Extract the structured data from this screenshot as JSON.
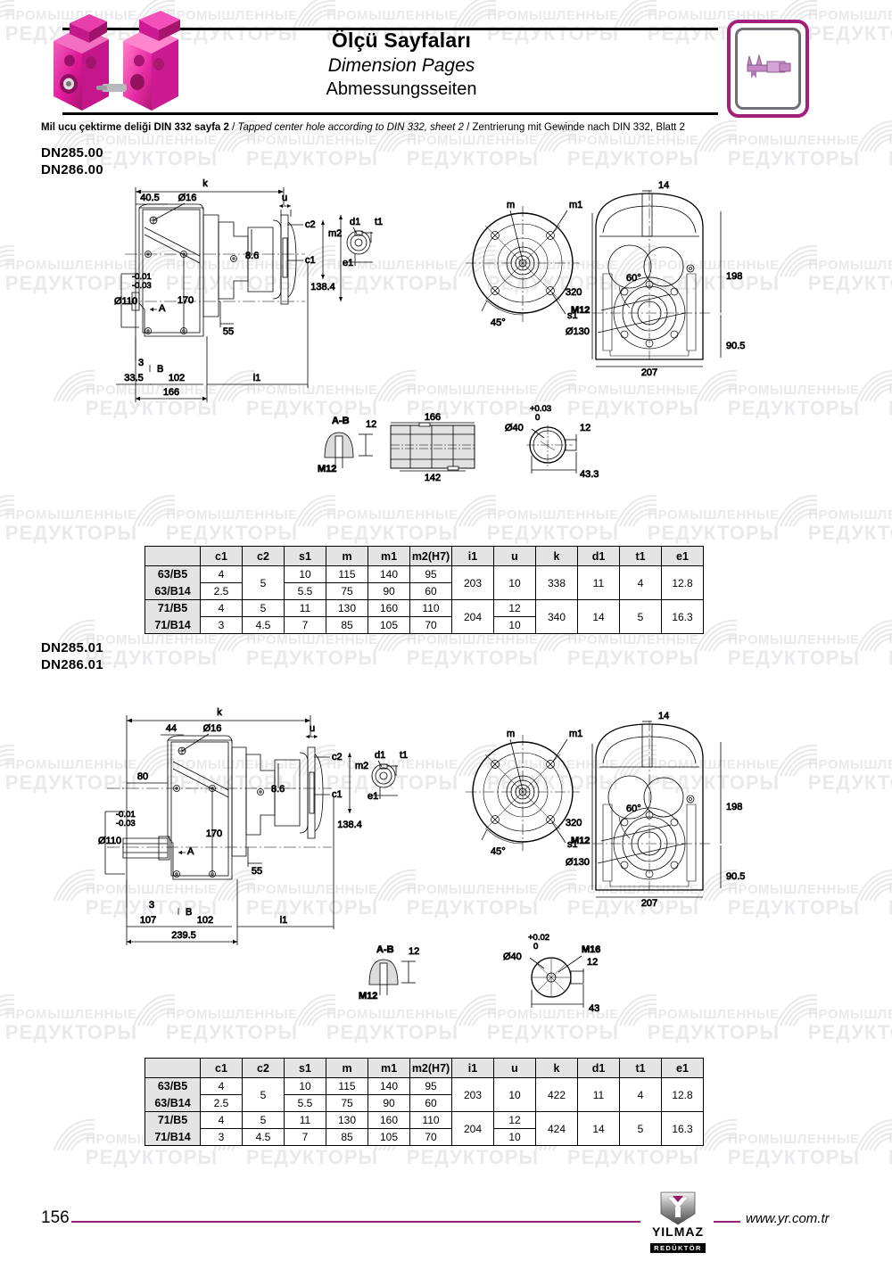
{
  "header": {
    "title_tr": "Ölçü Sayfaları",
    "title_en": "Dimension Pages",
    "title_de": "Abmessungsseiten",
    "icon_name": "caliper-icon",
    "accent_color": "#a3207a",
    "product_color": "#e0199a"
  },
  "din_note": {
    "tr": "Mil ucu çektirme deliği DIN 332 sayfa 2",
    "sep1": " /  ",
    "en": "Tapped center hole according to DIN 332, sheet 2",
    "sep2": "  /  ",
    "de": "Zentrierung mit Gewinde nach DIN 332, Blatt 2"
  },
  "sections": [
    {
      "models": [
        "DN285.00",
        "DN286.00"
      ],
      "drawing": {
        "side_view": {
          "labels": [
            "k",
            "40.5",
            "Ø16",
            "u",
            "c2",
            "m2",
            "c1",
            "8.6",
            "138.4",
            "170",
            "55",
            "-0.01",
            "-0.03",
            "Ø110",
            "A",
            "B",
            "3",
            "33.5",
            "102",
            "166",
            "i1"
          ]
        },
        "shaft_end_view": {
          "labels": [
            "d1",
            "t1",
            "e1"
          ]
        },
        "flange_view": {
          "labels": [
            "m",
            "m1",
            "s1",
            "45°"
          ]
        },
        "end_view": {
          "labels": [
            "14",
            "198",
            "320",
            "60°",
            "M12",
            "Ø130",
            "90.5",
            "207"
          ]
        },
        "section_views": {
          "key_section": {
            "labels": [
              "A-B",
              "12",
              "M12"
            ]
          },
          "shaft_body": {
            "labels": [
              "166",
              "142"
            ]
          },
          "shaft_face": {
            "tol_top": "+0.03",
            "tol_bot": "0",
            "labels": [
              "Ø40",
              "12",
              "43.3"
            ]
          }
        }
      },
      "table": {
        "corner": "",
        "columns": [
          "c1",
          "c2",
          "s1",
          "m",
          "m1",
          "m2(H7)",
          "i1",
          "u",
          "k",
          "d1",
          "t1",
          "e1"
        ],
        "groups": [
          {
            "rows": [
              "63/B5",
              "63/B14"
            ],
            "top": [
              "4",
              "",
              "10",
              "115",
              "140",
              "95",
              "",
              "",
              "",
              "",
              "",
              ""
            ],
            "bottom": [
              "2.5",
              "",
              "5.5",
              "75",
              "90",
              "60",
              "",
              "",
              "",
              "",
              "",
              ""
            ],
            "merged": {
              "c2": "5",
              "i1": "203",
              "u": "10",
              "k": "338",
              "d1": "11",
              "t1": "4",
              "e1": "12.8"
            }
          },
          {
            "rows": [
              "71/B5",
              "71/B14"
            ],
            "top": [
              "4",
              "5",
              "11",
              "130",
              "160",
              "110",
              "",
              "12",
              "",
              "",
              "",
              ""
            ],
            "bottom": [
              "3",
              "4.5",
              "7",
              "85",
              "105",
              "70",
              "",
              "10",
              "",
              "",
              "",
              ""
            ],
            "merged": {
              "i1": "204",
              "k": "340",
              "d1": "14",
              "t1": "5",
              "e1": "16.3"
            }
          }
        ]
      }
    },
    {
      "models": [
        "DN285.01",
        "DN286.01"
      ],
      "drawing": {
        "side_view": {
          "labels": [
            "k",
            "44",
            "Ø16",
            "u",
            "c2",
            "m2",
            "c1",
            "8.6",
            "138.4",
            "170",
            "55",
            "80",
            "-0.01",
            "-0.03",
            "Ø110",
            "A",
            "B",
            "3",
            "107",
            "102",
            "239.5",
            "i1"
          ]
        },
        "shaft_end_view": {
          "labels": [
            "d1",
            "t1",
            "e1",
            "m2",
            "138.4"
          ]
        },
        "flange_view": {
          "labels": [
            "m",
            "m1",
            "s1",
            "45°"
          ]
        },
        "end_view": {
          "labels": [
            "14",
            "198",
            "320",
            "60°",
            "M12",
            "Ø130",
            "90.5",
            "207"
          ]
        },
        "section_views": {
          "key_section": {
            "labels": [
              "A-B",
              "12",
              "M12"
            ]
          },
          "shaft_face": {
            "tol_top": "+0.02",
            "tol_bot": "0",
            "labels": [
              "Ø40",
              "M16",
              "12",
              "43"
            ]
          }
        }
      },
      "table": {
        "corner": "",
        "columns": [
          "c1",
          "c2",
          "s1",
          "m",
          "m1",
          "m2(H7)",
          "i1",
          "u",
          "k",
          "d1",
          "t1",
          "e1"
        ],
        "groups": [
          {
            "rows": [
              "63/B5",
              "63/B14"
            ],
            "top": [
              "4",
              "",
              "10",
              "115",
              "140",
              "95",
              "",
              "",
              "",
              "",
              "",
              ""
            ],
            "bottom": [
              "2.5",
              "",
              "5.5",
              "75",
              "90",
              "60",
              "",
              "",
              "",
              "",
              "",
              ""
            ],
            "merged": {
              "c2": "5",
              "i1": "203",
              "u": "10",
              "k": "422",
              "d1": "11",
              "t1": "4",
              "e1": "12.8"
            }
          },
          {
            "rows": [
              "71/B5",
              "71/B14"
            ],
            "top": [
              "4",
              "5",
              "11",
              "130",
              "160",
              "110",
              "",
              "12",
              "",
              "",
              "",
              ""
            ],
            "bottom": [
              "3",
              "4.5",
              "7",
              "85",
              "105",
              "70",
              "",
              "10",
              "",
              "",
              "",
              ""
            ],
            "merged": {
              "i1": "204",
              "k": "424",
              "d1": "14",
              "t1": "5",
              "e1": "16.3"
            }
          }
        ]
      }
    }
  ],
  "footer": {
    "page_number": "156",
    "url": "www.yr.com.tr",
    "logo_name": "YILMAZ",
    "logo_sub": "REDÜKTÖR",
    "rule_color": "#93236f"
  },
  "watermark": {
    "line1": "ПРОМЫШЛЕННЫЕ",
    "line2": "РЕДУКТОРЫ"
  }
}
